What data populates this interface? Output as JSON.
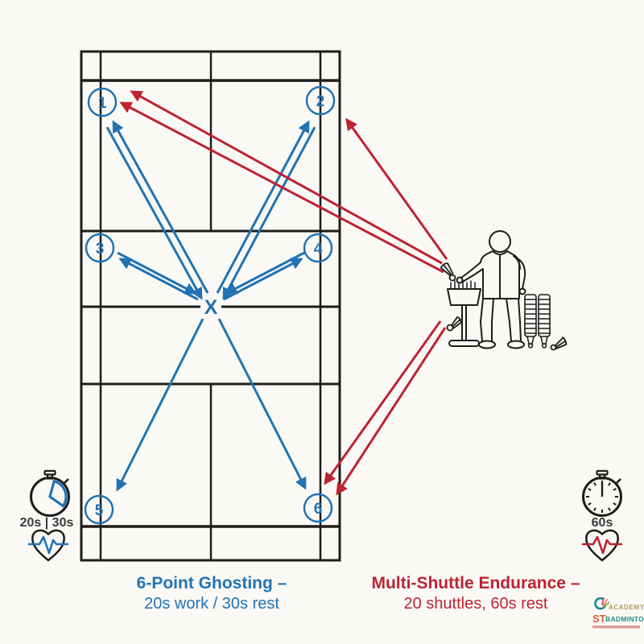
{
  "palette": {
    "blue": "#2173b3",
    "red": "#bd2331",
    "ink": "#1d1d1b",
    "background": "#fbf9f6",
    "text_gray": "#3a3a3a",
    "logo_teal": "#1f8b85",
    "logo_gold": "#b3985f"
  },
  "court": {
    "marker": "X",
    "positions": [
      {
        "label": "1"
      },
      {
        "label": "2"
      },
      {
        "label": "3"
      },
      {
        "label": "4"
      },
      {
        "label": "5"
      },
      {
        "label": "6"
      }
    ]
  },
  "drills": {
    "ghosting": {
      "title": "6-Point Ghosting –",
      "subtitle": "20s work / 30s rest",
      "timer": "20s | 30s"
    },
    "multishuttle": {
      "title": "Multi-Shuttle Endurance –",
      "subtitle": "20 shuttles, 60s rest",
      "timer": "60s"
    }
  },
  "icons": {
    "left": [
      "stopwatch-icon",
      "heart-rate-icon"
    ],
    "right": [
      "stopwatch-icon",
      "heart-rate-icon"
    ],
    "scene": [
      "coach-figure",
      "shuttle-basket-stand",
      "shuttle-tubes",
      "shuttlecock-icon"
    ]
  },
  "logo": {
    "academy": "ACADEMY",
    "prefix": "ST",
    "brand": "BADMINTON"
  }
}
